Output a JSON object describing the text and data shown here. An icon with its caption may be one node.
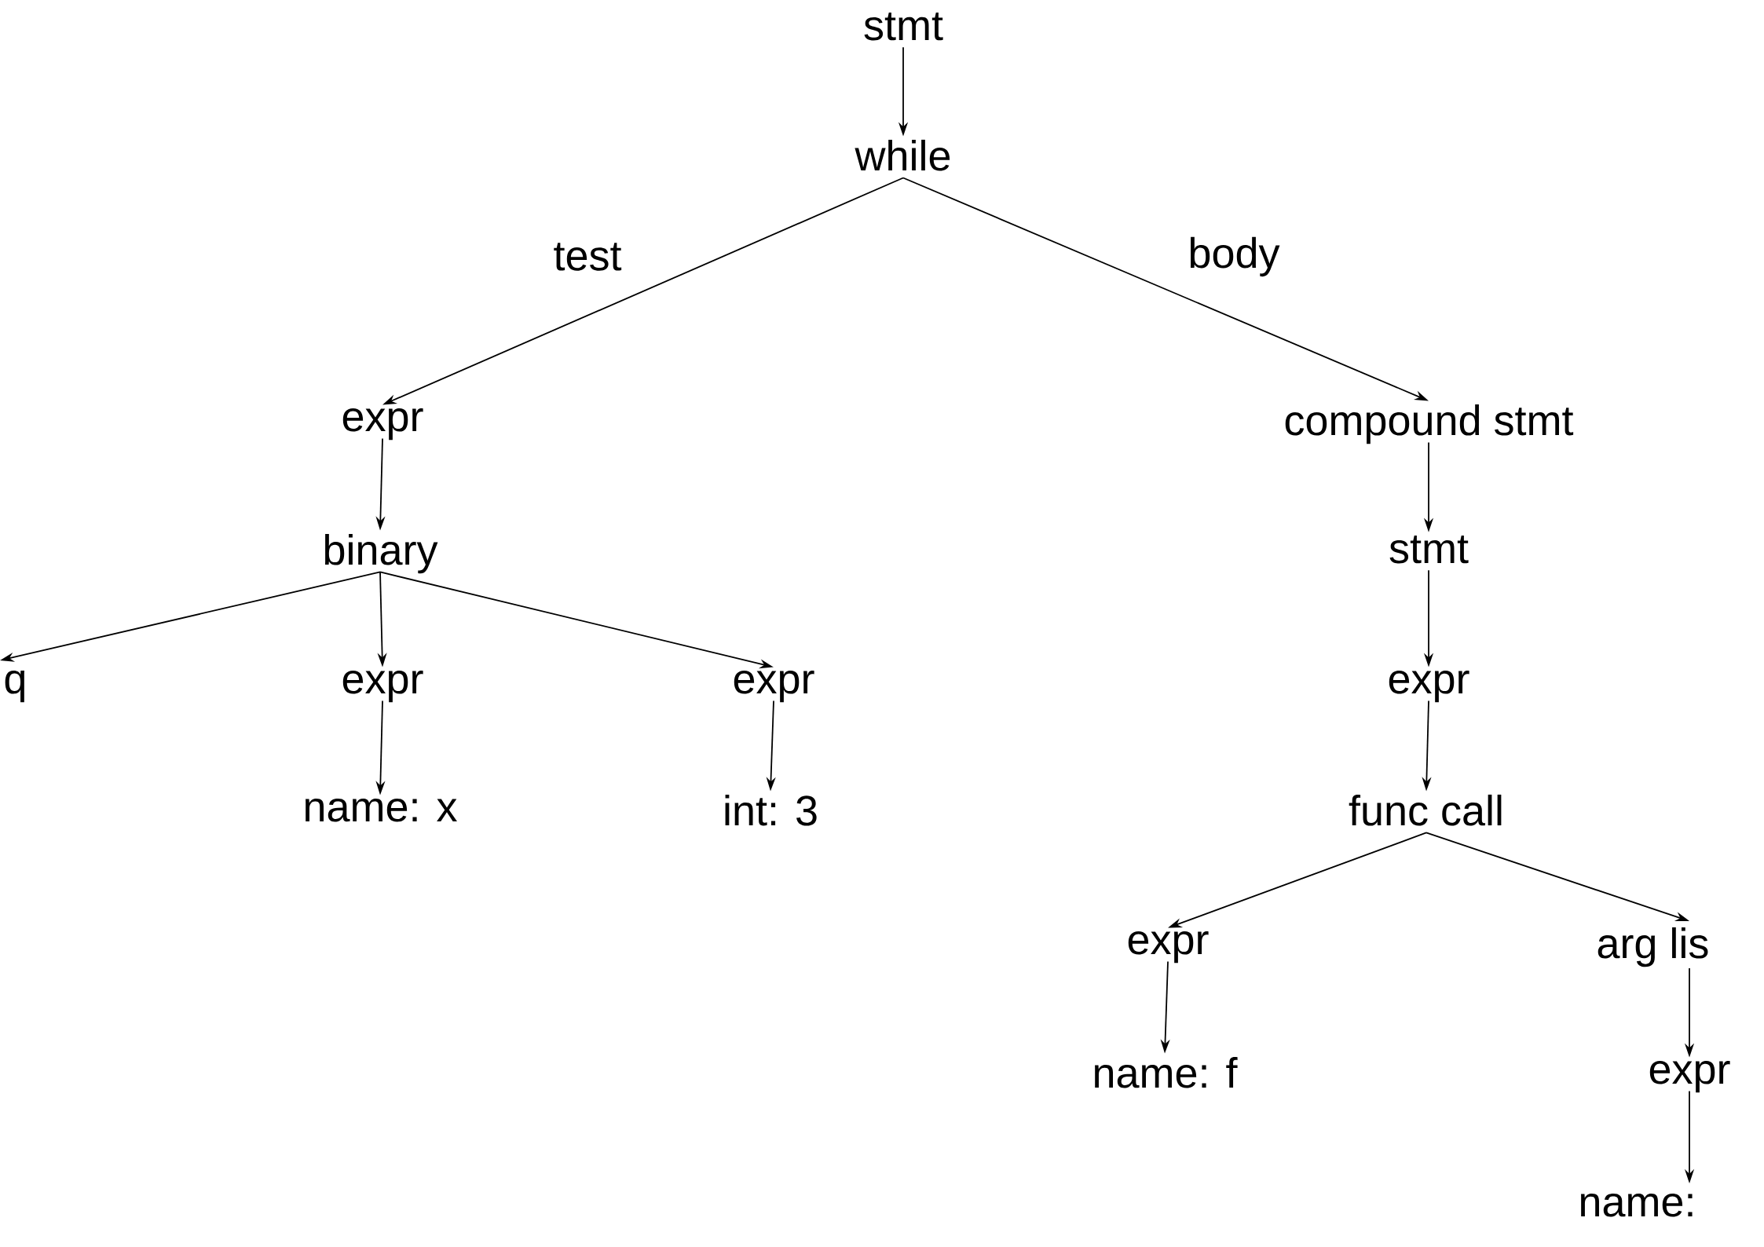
{
  "diagram": {
    "nodes": [
      {
        "text": [
          "stmt"
        ]
      },
      {
        "text": [
          "while"
        ]
      },
      {
        "text": [
          "expr"
        ]
      },
      {
        "text": [
          "compound stmt"
        ]
      },
      {
        "text": [
          "binary"
        ]
      },
      {
        "text": [
          "q"
        ]
      },
      {
        "text": [
          "expr"
        ]
      },
      {
        "text": [
          "expr"
        ]
      },
      {
        "text": [
          "name: x"
        ]
      },
      {
        "text": [
          "int: 3"
        ]
      },
      {
        "text": [
          "stmt"
        ]
      },
      {
        "text": [
          "expr"
        ]
      },
      {
        "text": [
          "func call"
        ]
      },
      {
        "text": [
          "expr"
        ]
      },
      {
        "text": [
          "arg lis"
        ]
      },
      {
        "text": [
          "name: f"
        ]
      },
      {
        "text": [
          "expr"
        ]
      },
      {
        "text": [
          "name:"
        ]
      }
    ],
    "edges": [
      {
        "from": 0,
        "to": 1,
        "arrow": "to"
      },
      {
        "from": 1,
        "to": 2,
        "arrow": "to",
        "label": "test"
      },
      {
        "from": 1,
        "to": 3,
        "arrow": "to",
        "label": "body"
      },
      {
        "from": 2,
        "to": 4,
        "arrow": "to"
      },
      {
        "from": 4,
        "to": 5,
        "arrow": "to"
      },
      {
        "from": 4,
        "to": 6,
        "arrow": "to"
      },
      {
        "from": 4,
        "to": 7,
        "arrow": "to"
      },
      {
        "from": 6,
        "to": 8,
        "arrow": "to"
      },
      {
        "from": 7,
        "to": 9,
        "arrow": "to"
      },
      {
        "from": 3,
        "to": 10,
        "arrow": "to"
      },
      {
        "from": 10,
        "to": 11,
        "arrow": "to"
      },
      {
        "from": 11,
        "to": 12,
        "arrow": "to"
      },
      {
        "from": 12,
        "to": 13,
        "arrow": "to"
      },
      {
        "from": 12,
        "to": 14,
        "arrow": "to"
      },
      {
        "from": 13,
        "to": 15,
        "arrow": "to"
      },
      {
        "from": 14,
        "to": 16,
        "arrow": "to"
      },
      {
        "from": 16,
        "to": 17,
        "arrow": "to"
      }
    ]
  }
}
